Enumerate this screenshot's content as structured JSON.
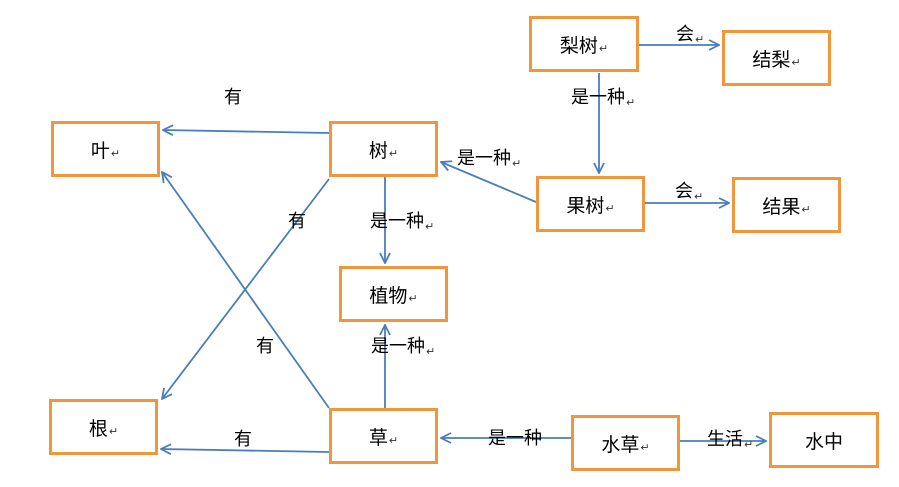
{
  "diagram": {
    "return_mark": "↵",
    "colors": {
      "node_border": "#F0963C",
      "edge": "#4A7EBB",
      "text": "#000000"
    },
    "nodes": [
      {
        "id": "li-shu",
        "label": "梨树",
        "mark": true
      },
      {
        "id": "jie-li",
        "label": "结梨",
        "mark": true
      },
      {
        "id": "ye",
        "label": "叶",
        "mark": true
      },
      {
        "id": "shu",
        "label": "树",
        "mark": true
      },
      {
        "id": "guo-shu",
        "label": "果树",
        "mark": true
      },
      {
        "id": "jie-guo",
        "label": "结果",
        "mark": true
      },
      {
        "id": "zhi-wu",
        "label": "植物",
        "mark": true
      },
      {
        "id": "gen",
        "label": "根",
        "mark": true
      },
      {
        "id": "cao",
        "label": "草",
        "mark": true
      },
      {
        "id": "shui-cao",
        "label": "水草",
        "mark": true
      },
      {
        "id": "shui-zhong",
        "label": "水中",
        "mark": false
      }
    ],
    "edges": [
      {
        "id": "lishu-jieli",
        "label": "会",
        "mark": true
      },
      {
        "id": "lishu-guoshu",
        "label": "是一种",
        "mark": true
      },
      {
        "id": "shu-ye",
        "label": "有",
        "mark": false
      },
      {
        "id": "guoshu-shu",
        "label": "是一种",
        "mark": true
      },
      {
        "id": "guoshu-jieguo",
        "label": "会",
        "mark": true
      },
      {
        "id": "shu-zhiwu",
        "label": "是一种",
        "mark": true
      },
      {
        "id": "shu-gen",
        "label": "有",
        "mark": false
      },
      {
        "id": "cao-ye",
        "label": "有",
        "mark": false
      },
      {
        "id": "cao-zhiwu",
        "label": "是一种",
        "mark": true
      },
      {
        "id": "cao-gen",
        "label": "有",
        "mark": false
      },
      {
        "id": "shuicao-cao",
        "label": "是一种",
        "mark": false
      },
      {
        "id": "shuicao-shuizhong",
        "label": "生活",
        "mark": true
      }
    ]
  }
}
